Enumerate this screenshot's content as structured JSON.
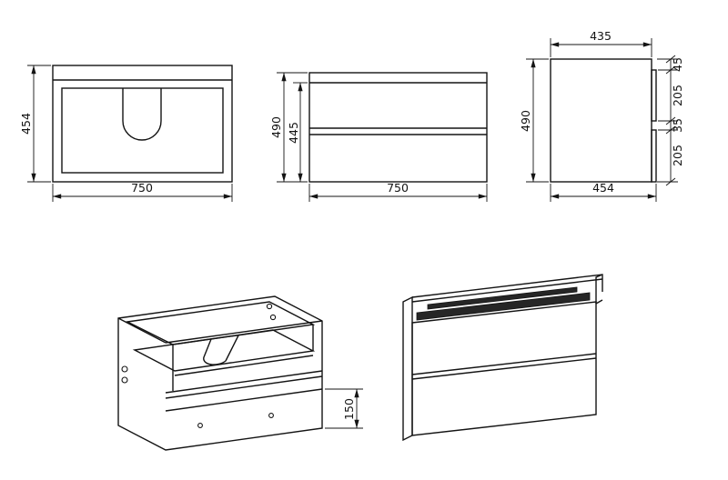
{
  "sheet": {
    "background": "#ffffff",
    "line_color": "#141414",
    "shadow_fill": "#262626"
  },
  "dimensions": {
    "top_view": {
      "height": "454",
      "width": "750"
    },
    "front_view": {
      "overall_height": "490",
      "inner_height": "445",
      "width": "750"
    },
    "side_view": {
      "top_depth": "435",
      "overall_height": "490",
      "bottom_depth": "454",
      "right_segments": [
        "45",
        "205",
        "35",
        "205"
      ]
    },
    "iso_open_view": {
      "drawer_front_height": "150"
    }
  }
}
